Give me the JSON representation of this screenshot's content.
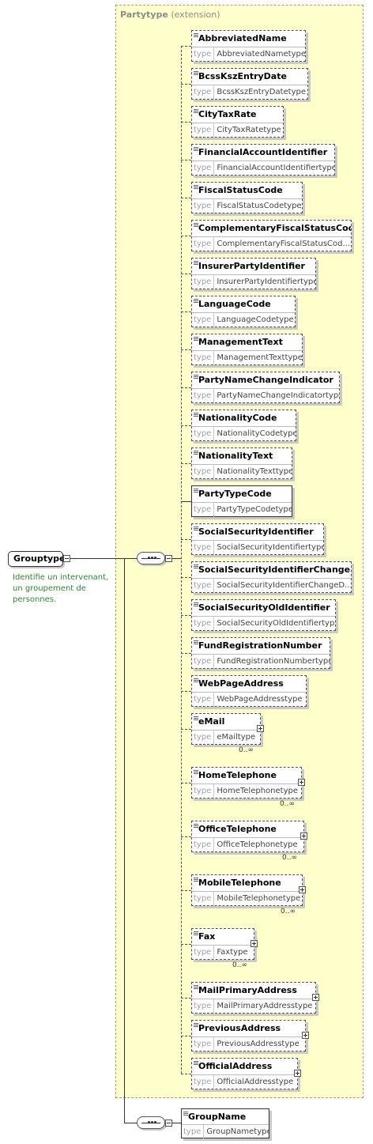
{
  "diagram": {
    "extension": {
      "name": "Partytype",
      "kind": "(extension)"
    },
    "type_keyword": "type",
    "root": {
      "name": "Grouptype",
      "documentation": [
        "Identifie un intervenant,",
        "un groupement de",
        "personnes."
      ]
    },
    "elements": [
      {
        "name": "AbbreviatedName",
        "type": "AbbreviatedNametype",
        "optional": true
      },
      {
        "name": "BcssKszEntryDate",
        "type": "BcssKszEntryDatetype",
        "optional": true
      },
      {
        "name": "CityTaxRate",
        "type": "CityTaxRatetype",
        "optional": true
      },
      {
        "name": "FinancialAccountIdentifier",
        "type": "FinancialAccountIdentifiertype",
        "optional": true
      },
      {
        "name": "FiscalStatusCode",
        "type": "FiscalStatusCodetype",
        "optional": true
      },
      {
        "name": "ComplementaryFiscalStatusCode",
        "type": "ComplementaryFiscalStatusCod...",
        "optional": true
      },
      {
        "name": "InsurerPartyIdentifier",
        "type": "InsurerPartyIdentifiertype",
        "optional": true
      },
      {
        "name": "LanguageCode",
        "type": "LanguageCodetype",
        "optional": true
      },
      {
        "name": "ManagementText",
        "type": "ManagementTexttype",
        "optional": true
      },
      {
        "name": "PartyNameChangeIndicator",
        "type": "PartyNameChangeIndicatortype",
        "optional": true
      },
      {
        "name": "NationalityCode",
        "type": "NationalityCodetype",
        "optional": true
      },
      {
        "name": "NationalityText",
        "type": "NationalityTexttype",
        "optional": true
      },
      {
        "name": "PartyTypeCode",
        "type": "PartyTypeCodetype",
        "optional": false
      },
      {
        "name": "SocialSecurityIdentifier",
        "type": "SocialSecurityIdentifiertype",
        "optional": true
      },
      {
        "name": "SocialSecurityIdentifierChangeD...",
        "type": "SocialSecurityIdentifierChangeD...",
        "optional": true
      },
      {
        "name": "SocialSecurityOldIdentifier",
        "type": "SocialSecurityOldIdentifiertype",
        "optional": true
      },
      {
        "name": "FundRegistrationNumber",
        "type": "FundRegistrationNumbertype",
        "optional": true
      },
      {
        "name": "WebPageAddress",
        "type": "WebPageAddresstype",
        "optional": true
      },
      {
        "name": "eMail",
        "type": "eMailtype",
        "optional": true,
        "expand": true,
        "cardinality": "0..∞"
      },
      {
        "name": "HomeTelephone",
        "type": "HomeTelephonetype",
        "optional": true,
        "expand": true,
        "cardinality": "0..∞"
      },
      {
        "name": "OfficeTelephone",
        "type": "OfficeTelephonetype",
        "optional": true,
        "expand": true,
        "cardinality": "0..∞"
      },
      {
        "name": "MobileTelephone",
        "type": "MobileTelephonetype",
        "optional": true,
        "expand": true,
        "cardinality": "0..∞"
      },
      {
        "name": "Fax",
        "type": "Faxtype",
        "optional": true,
        "expand": true,
        "cardinality": "0..∞"
      },
      {
        "name": "MailPrimaryAddress",
        "type": "MailPrimaryAddresstype",
        "optional": true,
        "expand": true
      },
      {
        "name": "PreviousAddress",
        "type": "PreviousAddresstype",
        "optional": true,
        "expand": true
      },
      {
        "name": "OfficialAddress",
        "type": "OfficialAddresstype",
        "optional": true,
        "expand": true
      }
    ],
    "group_element": {
      "name": "GroupName",
      "type": "GroupNametype",
      "optional": false
    }
  }
}
